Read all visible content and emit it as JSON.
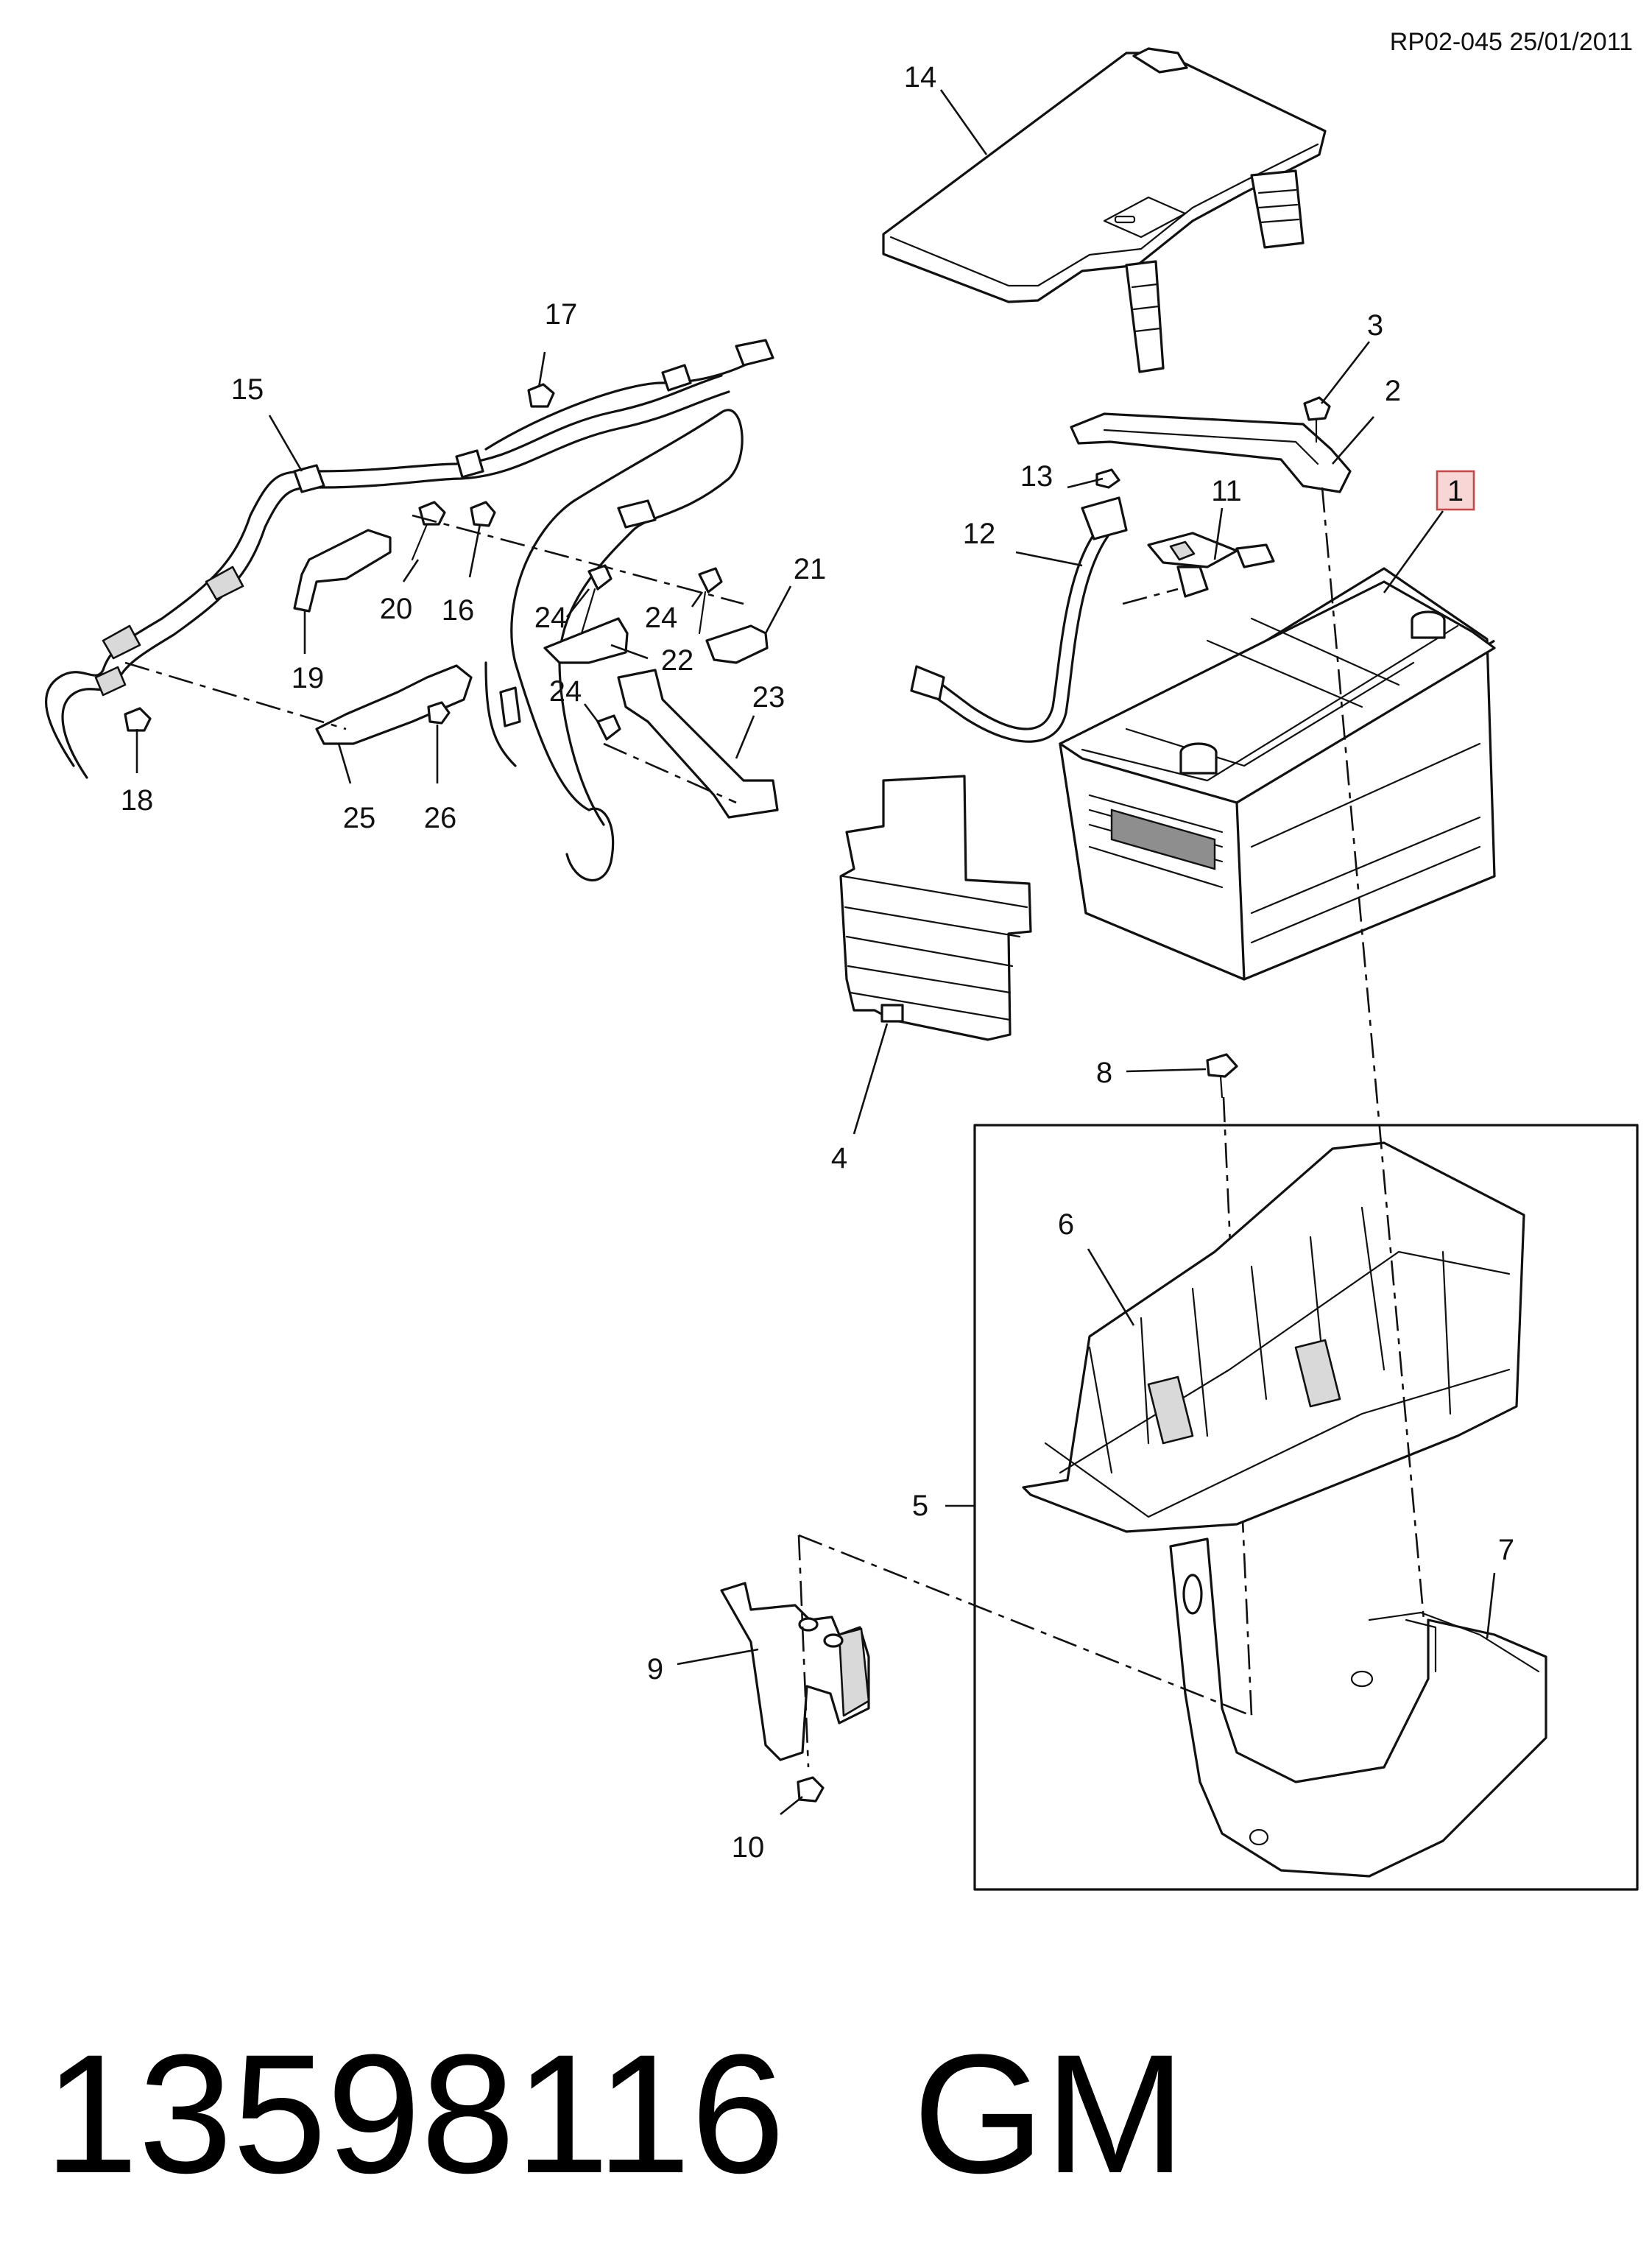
{
  "header": {
    "reference": "RP02-045 25/01/2011"
  },
  "callouts": {
    "c1": "1",
    "c2": "2",
    "c3": "3",
    "c4": "4",
    "c5": "5",
    "c6": "6",
    "c7": "7",
    "c8": "8",
    "c9": "9",
    "c10": "10",
    "c11": "11",
    "c12": "12",
    "c13": "13",
    "c14": "14",
    "c15": "15",
    "c16": "16",
    "c17": "17",
    "c18": "18",
    "c19": "19",
    "c20": "20",
    "c21": "21",
    "c22": "22",
    "c23": "23",
    "c24a": "24",
    "c24b": "24",
    "c24c": "24",
    "c25": "25",
    "c26": "26"
  },
  "highlighted_callout": "1",
  "highlight_color": "#f8d6d6",
  "footer": {
    "part_number": "13598116",
    "brand": "GM"
  }
}
